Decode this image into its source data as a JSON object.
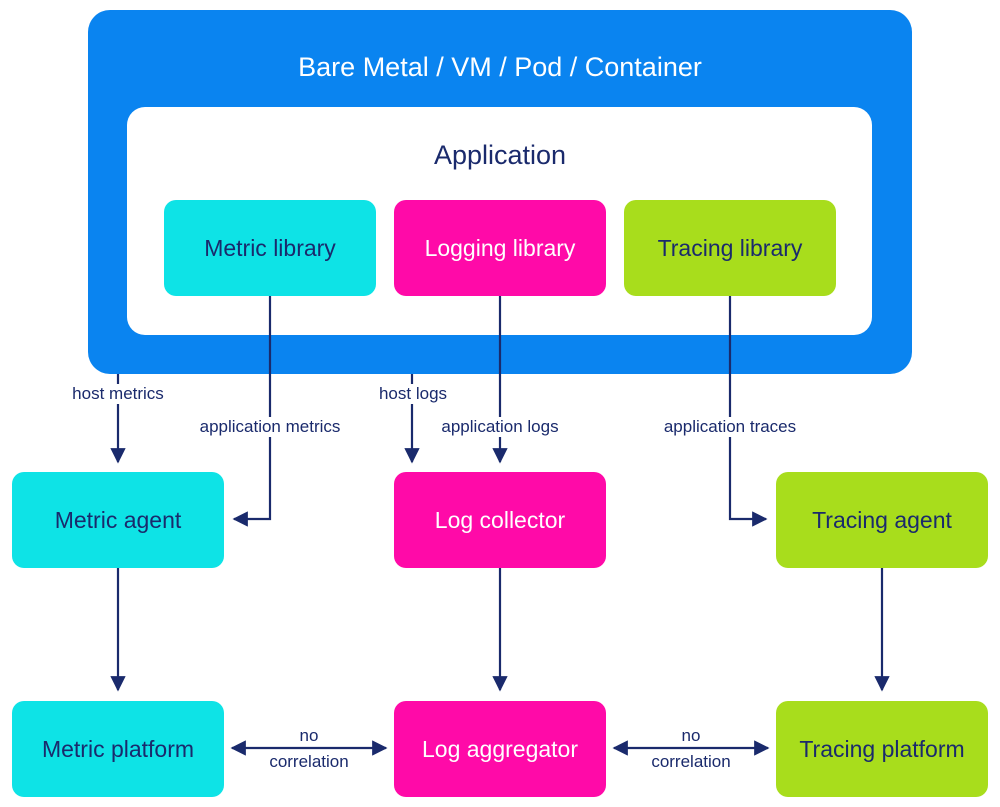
{
  "environment": {
    "title": "Bare Metal / VM / Pod / Container",
    "color": "#0a84f0"
  },
  "application": {
    "title": "Application"
  },
  "libraries": {
    "metric": "Metric library",
    "logging": "Logging library",
    "tracing": "Tracing library"
  },
  "agents": {
    "metric": "Metric agent",
    "log": "Log collector",
    "tracing": "Tracing agent"
  },
  "platforms": {
    "metric": "Metric platform",
    "log": "Log aggregator",
    "tracing": "Tracing platform"
  },
  "flow_labels": {
    "host_metrics": "host metrics",
    "application_metrics": "application metrics",
    "host_logs": "host logs",
    "application_logs": "application logs",
    "application_traces": "application traces",
    "no_correlation_left_1": "no",
    "no_correlation_left_2": "correlation",
    "no_correlation_right_1": "no",
    "no_correlation_right_2": "correlation"
  },
  "colors": {
    "metric": "#0ee3e6",
    "logging": "#ff0aa8",
    "tracing": "#a8dd1c",
    "arrow": "#1a2a6c"
  }
}
